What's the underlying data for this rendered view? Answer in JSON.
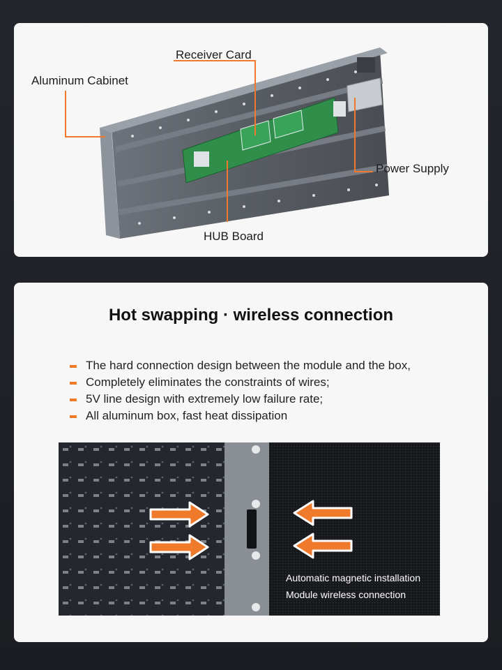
{
  "cabinet_diagram": {
    "labels": {
      "receiver_card": "Receiver Card",
      "aluminum_cabinet": "Aluminum Cabinet",
      "power_supply": "Power Supply",
      "hub_board": "HUB Board"
    }
  },
  "hot_swap": {
    "title": "Hot swapping · wireless connection",
    "features": [
      "The hard connection design between the module and the box,",
      "Completely eliminates the constraints of wires;",
      "5V line design with extremely low failure rate;",
      "All aluminum box, fast heat dissipation"
    ],
    "captions": [
      "Automatic magnetic installation",
      "Module wireless connection"
    ]
  },
  "colors": {
    "accent": "#ef7a2c",
    "pcb_green": "#2f8f4a",
    "cabinet_gray": "#5a5e66"
  }
}
